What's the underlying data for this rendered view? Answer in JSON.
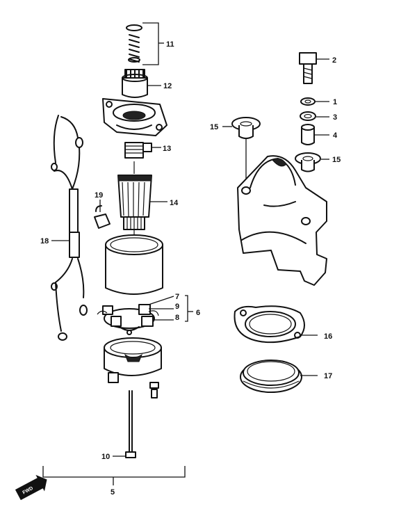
{
  "callouts": {
    "c1": "1",
    "c2": "2",
    "c3": "3",
    "c4": "4",
    "c5": "5",
    "c6": "6",
    "c7": "7",
    "c8": "8",
    "c9": "9",
    "c10": "10",
    "c11": "11",
    "c12": "12",
    "c13": "13",
    "c14": "14",
    "c15a": "15",
    "c15b": "15",
    "c16": "16",
    "c17": "17",
    "c18": "18",
    "c19": "19"
  },
  "fwd_badge": "FWD",
  "icons": [
    "fwd-arrow-icon"
  ]
}
